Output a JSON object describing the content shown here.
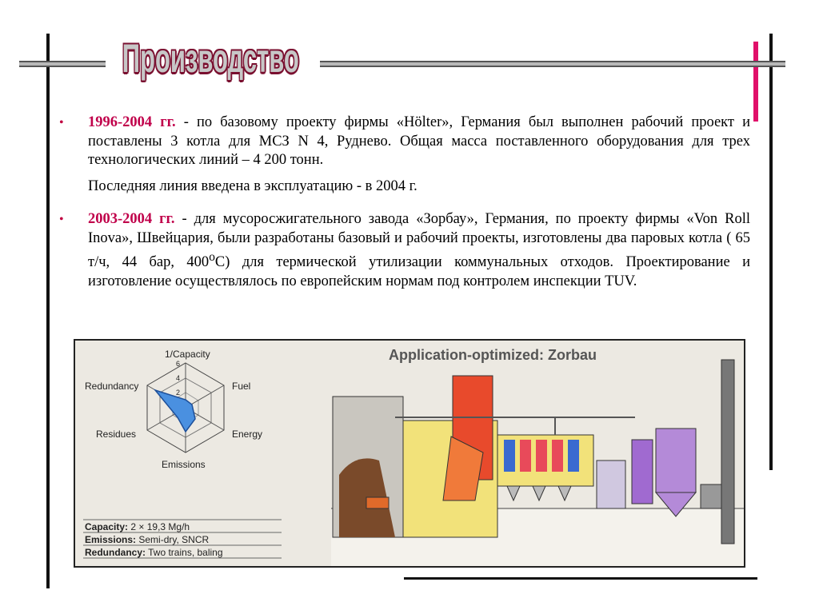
{
  "title": "Производство",
  "items": [
    {
      "year": "1996-2004 гг.",
      "text": " - по базовому проекту фирмы «Hölter», Германия был выполнен рабочий проект и поставлены 3 котла для МСЗ N 4, Руднево.  Общая масса поставленного оборудования для  трех технологических линий – 4 200 тонн.",
      "extra": "Последняя линия введена в эксплуатацию - в 2004 г."
    },
    {
      "year": "2003-2004 гг.",
      "text_a": " - для мусоросжигательного завода «Зорбау»,  Германия, по  проекту фирмы «Von Roll Inova», Швейцария, были разработаны базовый и рабочий проекты, изготовлены  два паровых котла ( 65 т/ч, 44 бар, 400",
      "text_sup": "о",
      "text_b": "С) для термической утилизации коммунальных отходов. Проектирование и изготовление осуществлялось по европейским нормам под контролем инспекции TUV."
    }
  ],
  "figure": {
    "title": "Application-optimized: Zorbau",
    "radar": {
      "labels": [
        "1/Capacity",
        "Fuel",
        "Energy",
        "Emissions",
        "Residues",
        "Redundancy"
      ],
      "ticks": [
        "6",
        "4",
        "2"
      ]
    },
    "specs": [
      {
        "label": "Capacity:",
        "value": " 2 × 19,3 Mg/h"
      },
      {
        "label": "Emissions:",
        "value": " Semi-dry, SNCR"
      },
      {
        "label": "Redundancy:",
        "value": " Two trains, baling"
      }
    ],
    "colors": {
      "accent": "#e0106a",
      "year": "#c0004a",
      "radar_fill": "#4a90e0",
      "furnace": "#e84a2c",
      "boiler": "#f2e27a",
      "filters": "#a06ad0"
    }
  }
}
